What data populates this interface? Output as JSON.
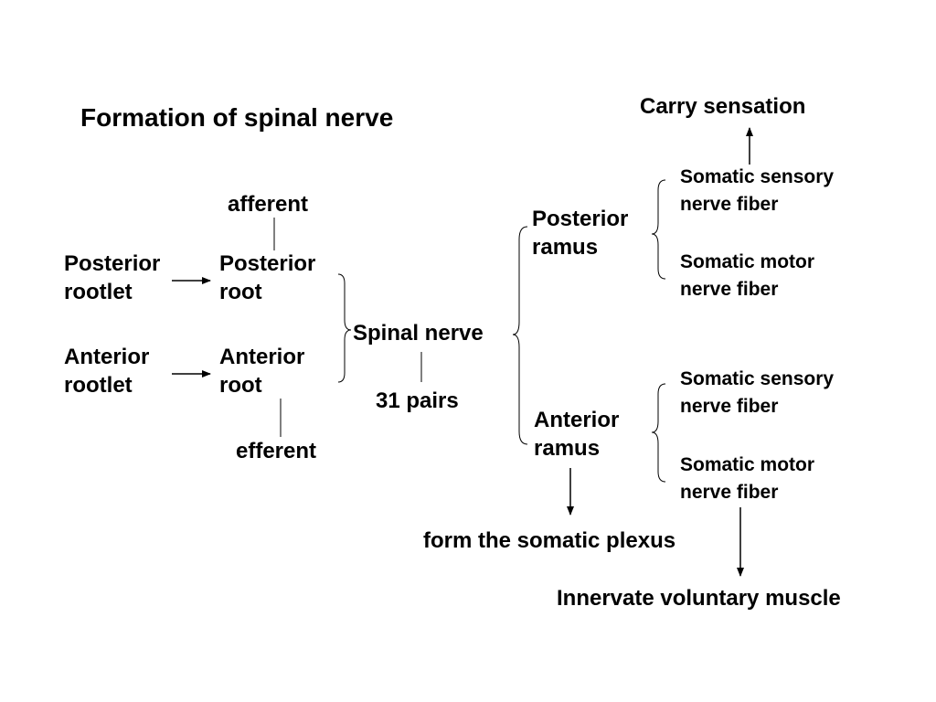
{
  "title": "Formation of spinal nerve",
  "labels": {
    "afferent": "afferent",
    "efferent": "efferent",
    "posterior_rootlet": [
      "Posterior",
      "rootlet"
    ],
    "anterior_rootlet": [
      "Anterior",
      "rootlet"
    ],
    "posterior_root": [
      "Posterior",
      "root"
    ],
    "anterior_root": [
      "Anterior",
      "root"
    ],
    "spinal_nerve": "Spinal nerve",
    "pairs": "31 pairs",
    "posterior_ramus": [
      "Posterior",
      "ramus"
    ],
    "anterior_ramus": [
      "Anterior",
      "ramus"
    ],
    "carry_sensation": "Carry sensation",
    "post_sensory_fiber": [
      "Somatic sensory",
      "nerve fiber"
    ],
    "post_motor_fiber": [
      "Somatic motor",
      "nerve fiber"
    ],
    "ant_sensory_fiber": [
      "Somatic sensory",
      "nerve fiber"
    ],
    "ant_motor_fiber": [
      "Somatic motor",
      "nerve fiber"
    ],
    "somatic_plexus": "form the somatic plexus",
    "innervate_muscle": "Innervate voluntary muscle"
  }
}
